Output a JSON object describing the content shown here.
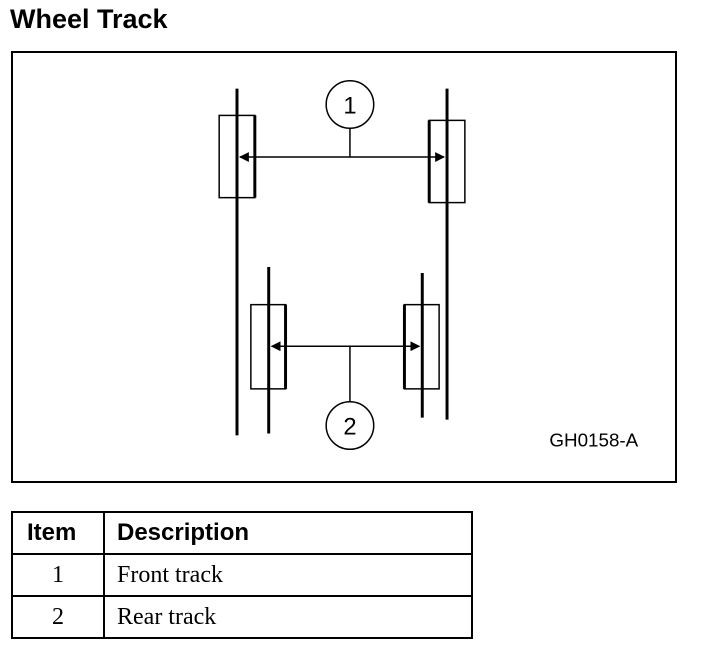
{
  "title": "Wheel Track",
  "figure": {
    "code": "GH0158-A",
    "callouts": [
      {
        "number": "1"
      },
      {
        "number": "2"
      }
    ]
  },
  "legend": {
    "headers": {
      "item": "Item",
      "description": "Description"
    },
    "rows": [
      {
        "item": "1",
        "description": "Front track"
      },
      {
        "item": "2",
        "description": "Rear track"
      }
    ]
  },
  "colors": {
    "ink": "#000000",
    "paper": "#ffffff"
  }
}
